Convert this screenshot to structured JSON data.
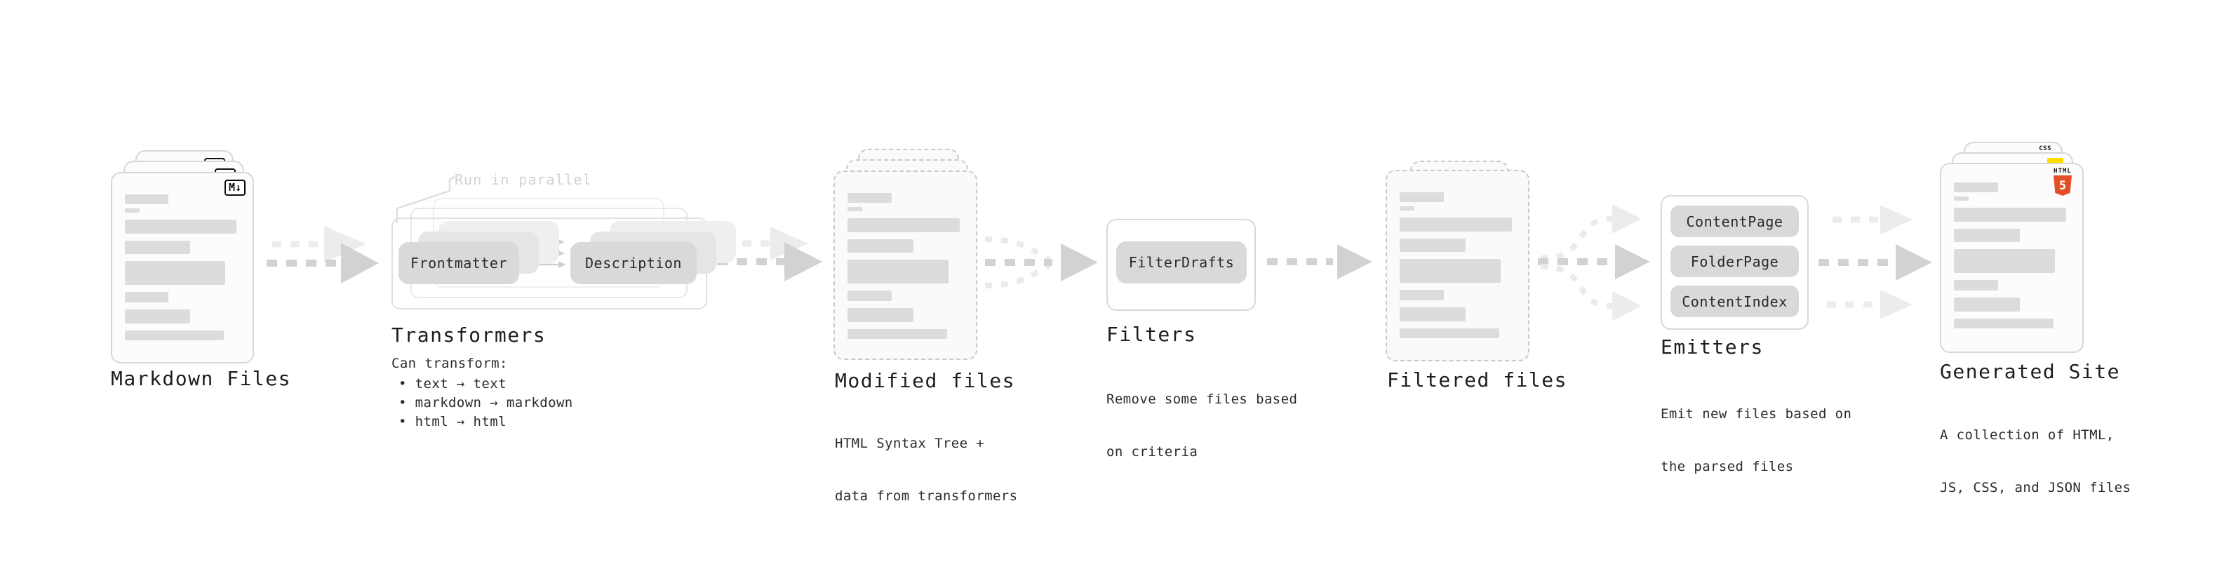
{
  "stages": {
    "markdown_files": {
      "label": "Markdown Files",
      "badge": "M↓"
    },
    "transformers": {
      "label": "Transformers",
      "annotation": "Run in parallel",
      "pill_left": "Frontmatter",
      "pill_right": "Description",
      "desc_title": "Can transform:",
      "bullets": [
        "• text → text",
        "• markdown → markdown",
        "• html → html"
      ]
    },
    "modified_files": {
      "label": "Modified files",
      "desc_lines": [
        "HTML Syntax Tree +",
        "data from transformers"
      ]
    },
    "filters": {
      "label": "Filters",
      "pill": "FilterDrafts",
      "desc_lines": [
        "Remove some files based",
        "on criteria"
      ]
    },
    "filtered_files": {
      "label": "Filtered files"
    },
    "emitters": {
      "label": "Emitters",
      "pills": [
        "ContentPage",
        "FolderPage",
        "ContentIndex"
      ],
      "desc_lines": [
        "Emit new files based on",
        "the parsed files"
      ]
    },
    "generated_site": {
      "label": "Generated Site",
      "badge_css": "CSS",
      "badge_html_word": "HTML",
      "badge_html_number": "5",
      "desc_lines": [
        "A collection of HTML,",
        "JS, CSS, and JSON files"
      ]
    }
  },
  "connections": [
    {
      "from": "markdown_files",
      "to": "transformers",
      "style": "dashed-arrow"
    },
    {
      "from": "transformers",
      "to": "modified_files",
      "style": "dashed-arrow"
    },
    {
      "from": "modified_files",
      "to": "filters",
      "style": "dashed-merge-arrow"
    },
    {
      "from": "filters",
      "to": "filtered_files",
      "style": "dashed-arrow"
    },
    {
      "from": "filtered_files",
      "to": "emitters",
      "style": "dashed-fanout-arrow"
    },
    {
      "from": "emitters",
      "to": "generated_site",
      "style": "three-dashed-arrows"
    }
  ],
  "colors": {
    "html5_orange": "#e44d26",
    "js_yellow": "#ffde00",
    "css_blue": "#2965f1",
    "pill_gray": "#d9d9d9",
    "arrow_gray": "#d2d2d2",
    "arrow_light_gray": "#ececec",
    "text_dark": "#1d1d1d",
    "muted_gray": "#d2d2d2"
  }
}
